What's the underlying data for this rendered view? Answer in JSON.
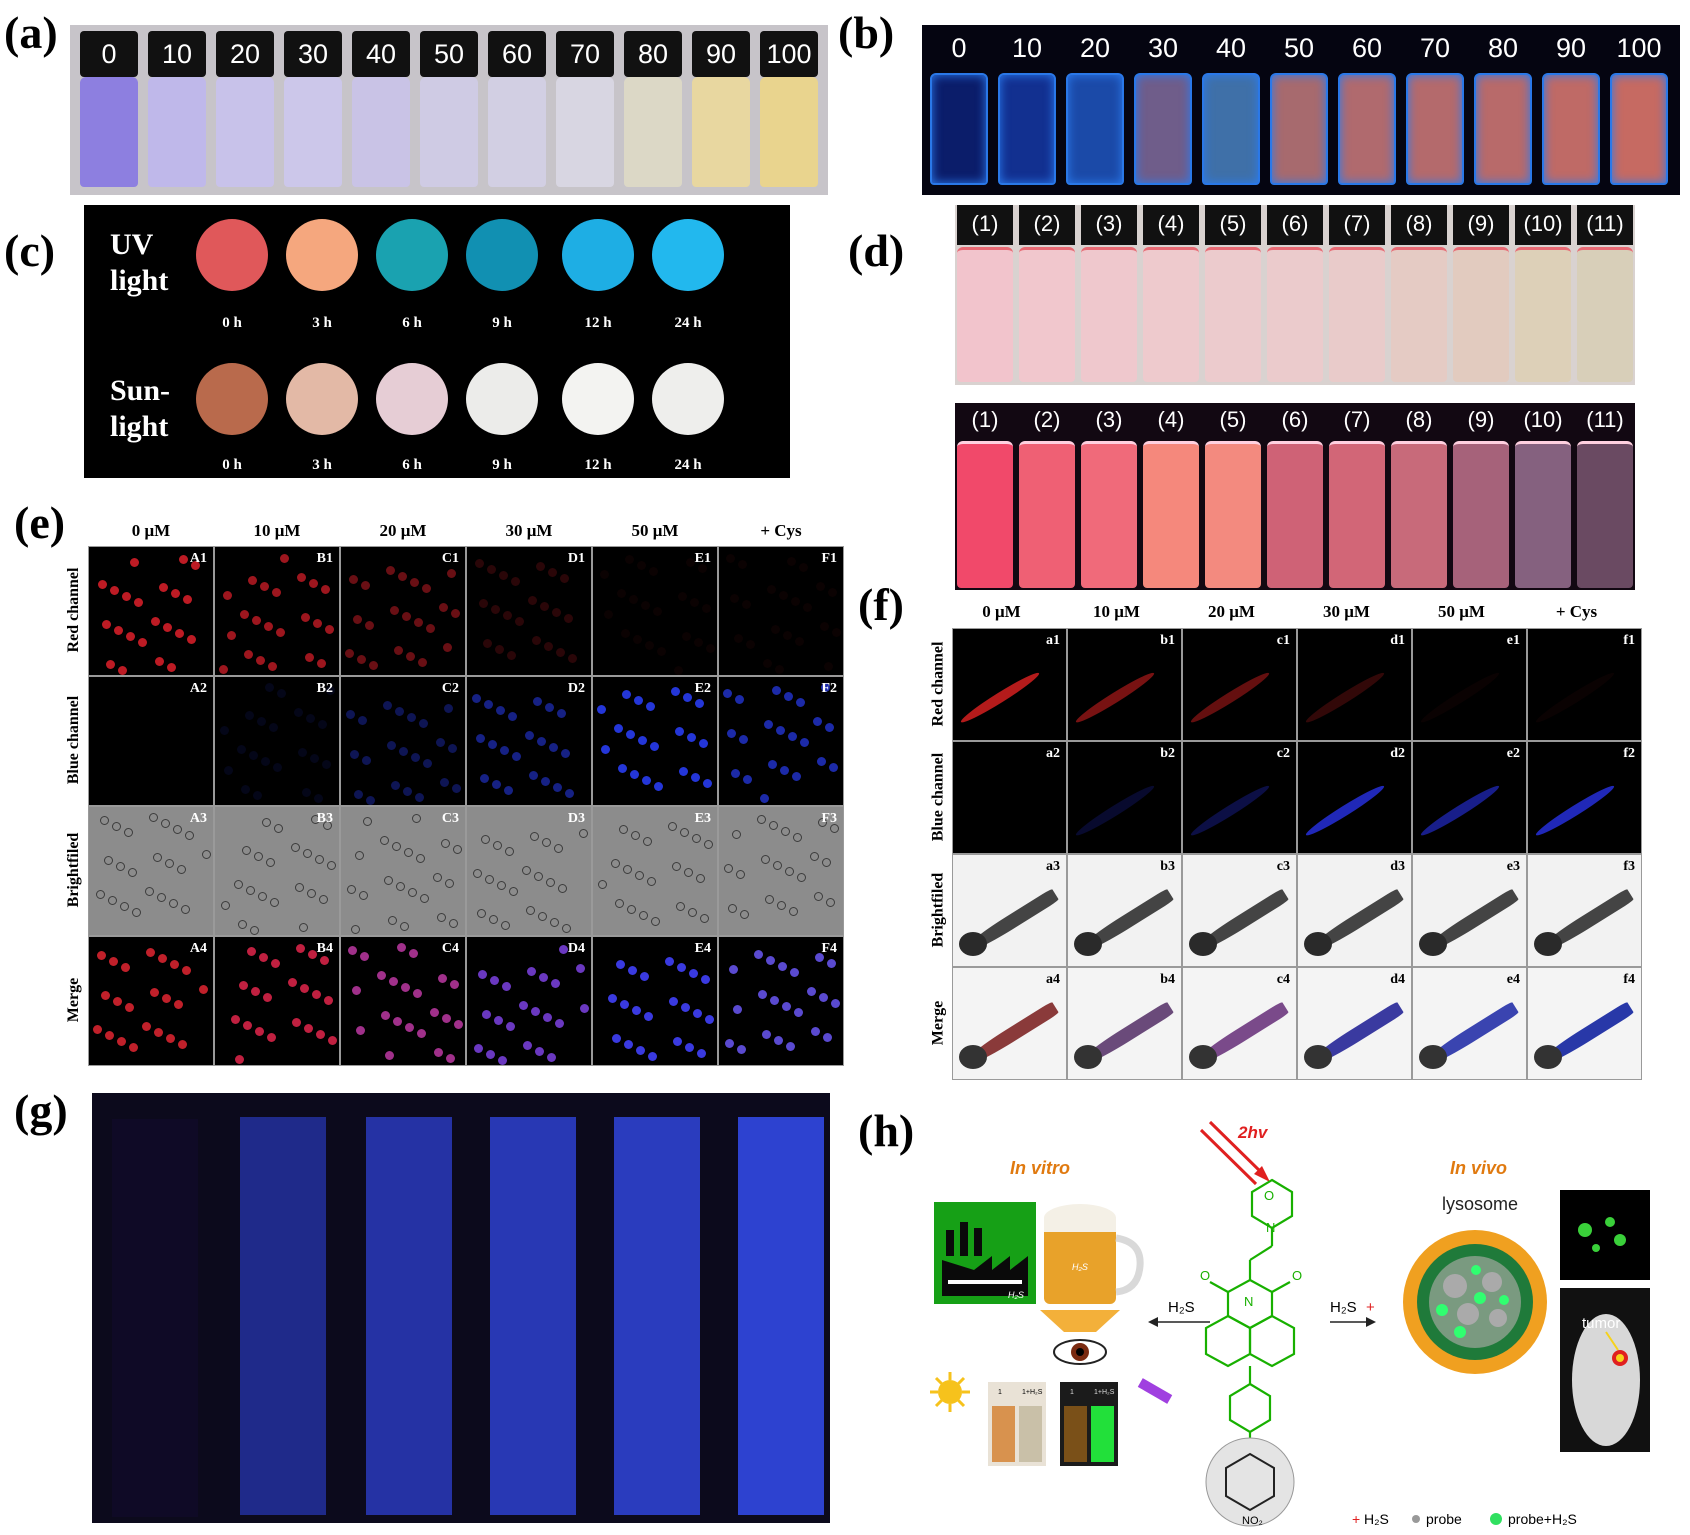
{
  "panels": {
    "a": {
      "label": "(a)",
      "vials": [
        "0",
        "10",
        "20",
        "30",
        "40",
        "50",
        "60",
        "70",
        "80",
        "90",
        "100"
      ],
      "colors": [
        "#8d7fe0",
        "#bfb8ea",
        "#c8c2ea",
        "#ccc7ea",
        "#c9c3e6",
        "#cfcbe4",
        "#d2cfe3",
        "#d8d6e2",
        "#dcd8c6",
        "#e8d7a0",
        "#e9d48e"
      ]
    },
    "b": {
      "label": "(b)",
      "vials": [
        "0",
        "10",
        "20",
        "30",
        "40",
        "50",
        "60",
        "70",
        "80",
        "90",
        "100"
      ],
      "colors": [
        "#0b1d6a",
        "#123090",
        "#1b4aa8",
        "#6f5d8a",
        "#3f70a8",
        "#a76a6e",
        "#b06a6e",
        "#b46a6c",
        "#b86a6a",
        "#bf6a66",
        "#c66a62"
      ]
    },
    "c": {
      "label": "(c)",
      "row1_label_line1": "UV",
      "row1_label_line2": "light",
      "row2_label_line1": "Sun-",
      "row2_label_line2": "light",
      "times": [
        "0 h",
        "3 h",
        "6 h",
        "9 h",
        "12 h",
        "24 h"
      ],
      "uv_colors": [
        "#e0585a",
        "#f5a77e",
        "#1aa2b0",
        "#1190b2",
        "#1eaee4",
        "#22b8ee"
      ],
      "sun_colors": [
        "#b96a4c",
        "#e3b9a6",
        "#e6cdd5",
        "#ececea",
        "#f3f3f1",
        "#eeeeec"
      ]
    },
    "d": {
      "label": "(d)",
      "vials": [
        "(1)",
        "(2)",
        "(3)",
        "(4)",
        "(5)",
        "(6)",
        "(7)",
        "(8)",
        "(9)",
        "(10)",
        "(11)"
      ],
      "top_colors": [
        "#f2c4cc",
        "#f1c7cd",
        "#efc8cd",
        "#eecacd",
        "#eccbcd",
        "#ebcbcc",
        "#e9cbca",
        "#e5cbc4",
        "#e2cbbf",
        "#ddd0b8",
        "#d8cfb9"
      ],
      "bottom_colors": [
        "#f1496a",
        "#ef6074",
        "#f06a7a",
        "#f5887c",
        "#f38a7f",
        "#cf6276",
        "#d26677",
        "#c86a7a",
        "#a6627a",
        "#85617f",
        "#6a4a62"
      ]
    },
    "e": {
      "label": "(e)",
      "headers": [
        "0 μM",
        "10 μM",
        "20 μM",
        "30 μM",
        "50 μM",
        "+ Cys"
      ],
      "rows": [
        "Red channel",
        "Blue channel",
        "Brightfiled",
        "Merge"
      ],
      "tags": [
        [
          "A1",
          "B1",
          "C1",
          "D1",
          "E1",
          "F1"
        ],
        [
          "A2",
          "B2",
          "C2",
          "D2",
          "E2",
          "F2"
        ],
        [
          "A3",
          "B3",
          "C3",
          "D3",
          "E3",
          "F3"
        ],
        [
          "A4",
          "B4",
          "C4",
          "D4",
          "E4",
          "F4"
        ]
      ]
    },
    "f": {
      "label": "(f)",
      "headers": [
        "0 μM",
        "10 μM",
        "20 μM",
        "30 μM",
        "50 μM",
        "+ Cys"
      ],
      "rows": [
        "Red channel",
        "Blue channel",
        "Brightfiled",
        "Merge"
      ],
      "tags": [
        [
          "a1",
          "b1",
          "c1",
          "d1",
          "e1",
          "f1"
        ],
        [
          "a2",
          "b2",
          "c2",
          "d2",
          "e2",
          "f2"
        ],
        [
          "a3",
          "b3",
          "c3",
          "d3",
          "e3",
          "f3"
        ],
        [
          "a4",
          "b4",
          "c4",
          "d4",
          "e4",
          "f4"
        ]
      ]
    },
    "g": {
      "label": "(g)",
      "strip_colors": [
        "#0f0a26",
        "#1f2a8a",
        "#2532a4",
        "#2838b4",
        "#2a3cbe",
        "#2d42d0"
      ]
    },
    "h": {
      "label": "(h)",
      "in_vitro": "In vitro",
      "in_vivo": "In vivo",
      "light": "2hv",
      "arrow_left": "H₂S",
      "arrow_right": "H₂S",
      "lysosome": "lysosome",
      "tumor": "tumor",
      "legend": {
        "h2s": "H₂S",
        "probe": "probe",
        "probe_h2s": "probe+H₂S"
      },
      "vial_tags": [
        "1",
        "1+H₂S"
      ],
      "factory_tag": "H₂S",
      "beer_tag": "H₂S",
      "no2": "NO₂"
    }
  },
  "accent": {
    "red": "#e02020",
    "green": "#18b000",
    "orange": "#e07a10"
  }
}
